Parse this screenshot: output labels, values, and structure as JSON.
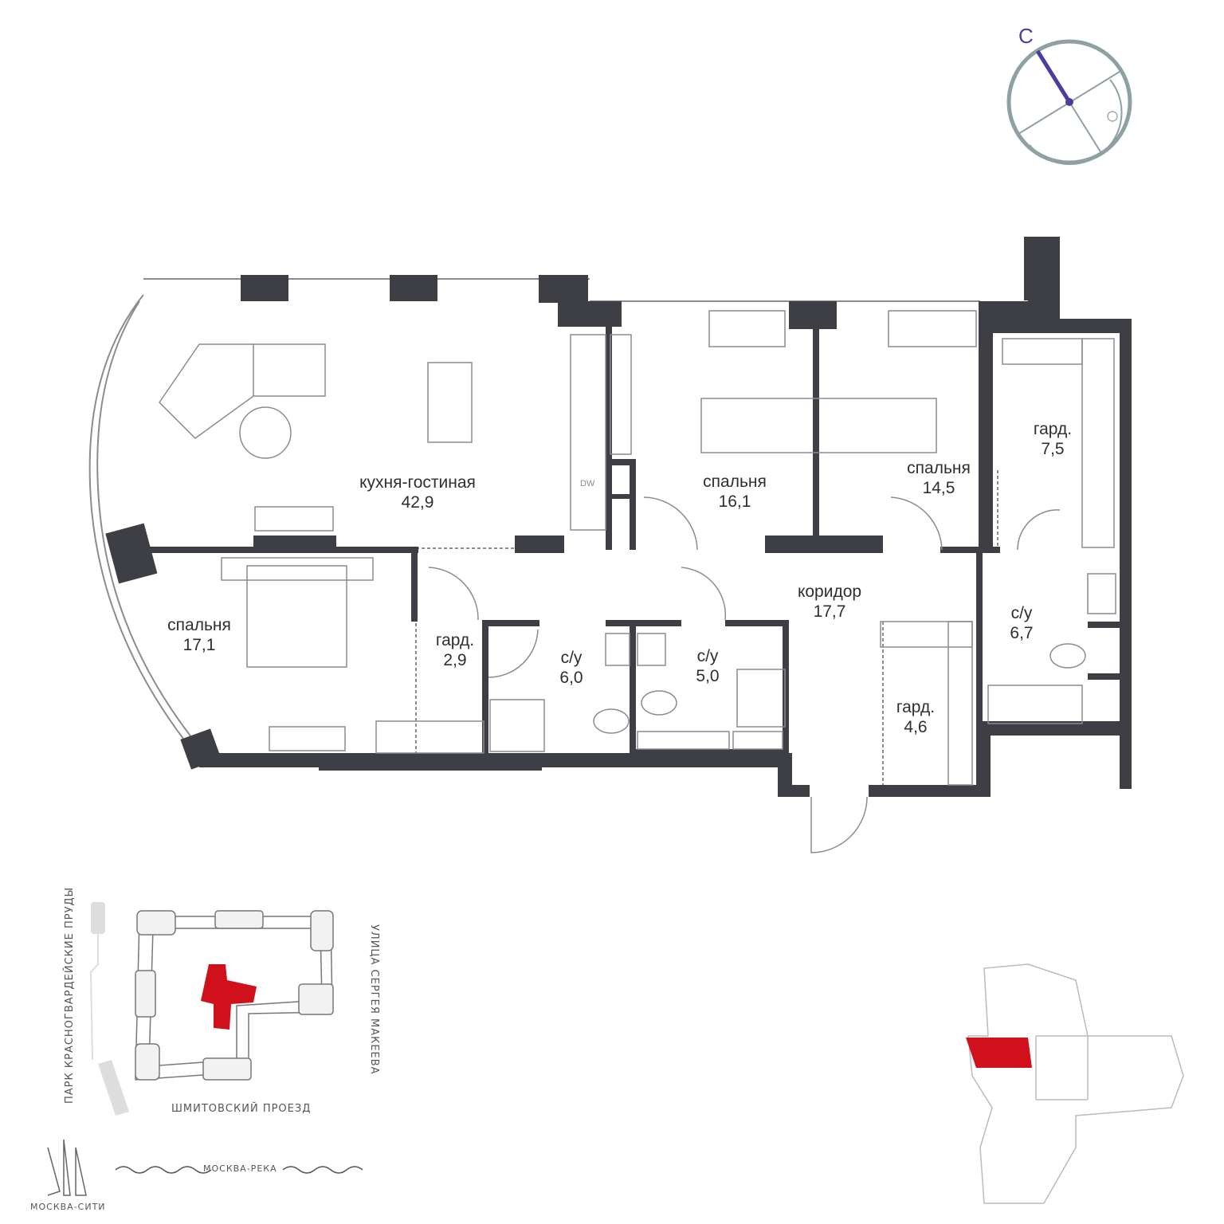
{
  "compass": {
    "north_label": "С",
    "needle_color": "#4a3d9e",
    "ring_color": "#8fa0a3"
  },
  "colors": {
    "wall": "#3d3f44",
    "highlight": "#d0111b",
    "line": "#8a8c90"
  },
  "rooms": [
    {
      "name": "кухня-гостиная",
      "area": "42,9"
    },
    {
      "name": "спальня",
      "area": "16,1"
    },
    {
      "name": "спальня",
      "area": "14,5"
    },
    {
      "name": "гард.",
      "area": "7,5"
    },
    {
      "name": "коридор",
      "area": "17,7"
    },
    {
      "name": "спальня",
      "area": "17,1"
    },
    {
      "name": "гард.",
      "area": "2,9"
    },
    {
      "name": "с/у",
      "area": "6,0"
    },
    {
      "name": "с/у",
      "area": "5,0"
    },
    {
      "name": "с/у",
      "area": "6,7"
    },
    {
      "name": "гард.",
      "area": "4,6"
    }
  ],
  "appliance_labels": {
    "dishwasher": "DW"
  },
  "site_map": {
    "park": "ПАРК КРАСНОГВАРДЕЙСКИЕ ПРУДЫ",
    "street_east": "УЛИЦА СЕРГЕЯ МАКЕЕВА",
    "street_south": "ШМИТОВСКИЙ ПРОЕЗД",
    "river": "МОСКВА-РЕКА",
    "landmark": "МОСКВА-СИТИ"
  }
}
